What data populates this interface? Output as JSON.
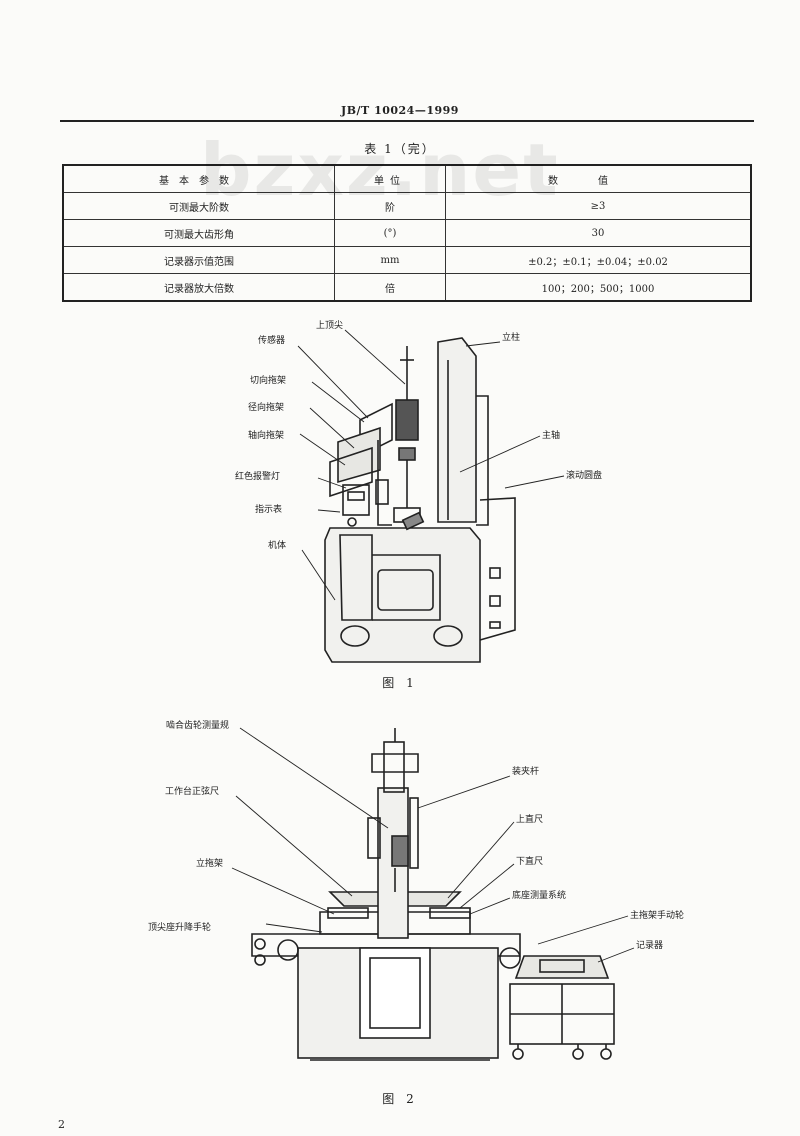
{
  "header": {
    "standard_code": "JB/T 10024—1999"
  },
  "table": {
    "title": "表 1（完）",
    "columns": [
      "基本参数",
      "单位",
      "数值"
    ],
    "rows": [
      {
        "name": "可测最大阶数",
        "unit": "阶",
        "value": "≥3"
      },
      {
        "name": "可测最大齿形角",
        "unit": "(°)",
        "value": "30"
      },
      {
        "name": "记录器示值范围",
        "unit": "mm",
        "value": "±0.2；±0.1；±0.04；±0.02"
      },
      {
        "name": "记录器放大倍数",
        "unit": "倍",
        "value": "100；200；500；1000"
      }
    ]
  },
  "watermark": "bzxz.net",
  "figure1": {
    "caption": "图 1",
    "labels": {
      "sensor": "传感器",
      "upper_center": "上顶尖",
      "column": "立柱",
      "tangential_carriage": "切向拖架",
      "radial_carriage": "径向拖架",
      "axial_carriage": "轴向拖架",
      "spindle": "主轴",
      "red_alarm_lamp": "红色报警灯",
      "indicator": "指示表",
      "rolling_disk": "滚动圆盘",
      "body": "机体"
    }
  },
  "figure2": {
    "caption": "图 2",
    "labels": {
      "gear_gauge": "啮合齿轮测量规",
      "clamp_rod": "装夹杆",
      "worktable_ruler": "工作台正弦尺",
      "upper_ruler": "上直尺",
      "vertical_carriage": "立拖架",
      "lower_ruler": "下直尺",
      "base_measure_system": "底座测量系统",
      "tailstock_handwheel": "顶尖座升降手轮",
      "main_carriage_handwheel": "主拖架手动轮",
      "recorder": "记录器"
    }
  },
  "page_number": "2"
}
